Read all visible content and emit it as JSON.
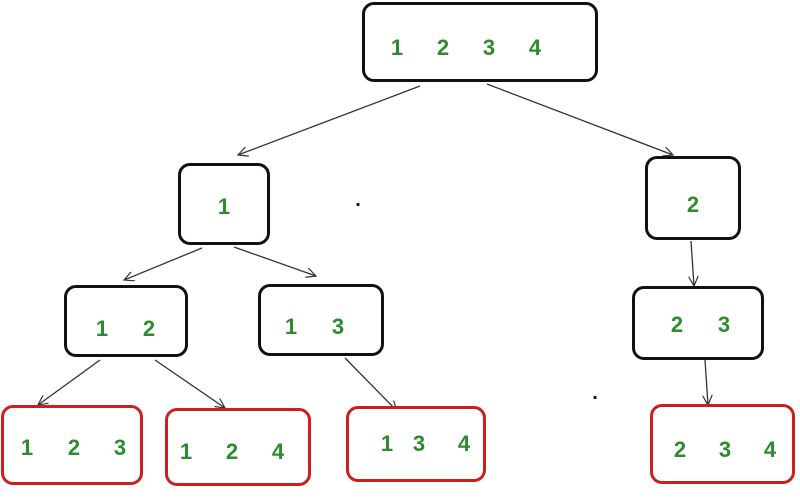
{
  "colors": {
    "text": "#2e8b2e",
    "node_border": "#111111",
    "leaf_border": "#cc1f1f",
    "edge": "#333333"
  },
  "nodes": {
    "root": [
      "1",
      "2",
      "3",
      "4"
    ],
    "n1": [
      "1"
    ],
    "n2": [
      "2"
    ],
    "n12": [
      "1",
      "2"
    ],
    "n13": [
      "1",
      "3"
    ],
    "n23": [
      "2",
      "3"
    ],
    "n123": [
      "1",
      "2",
      "3"
    ],
    "n124": [
      "1",
      "2",
      "4"
    ],
    "n134": [
      "1",
      "3",
      "4"
    ],
    "n234": [
      "2",
      "3",
      "4"
    ]
  },
  "stray_marks": [
    ".",
    "."
  ]
}
